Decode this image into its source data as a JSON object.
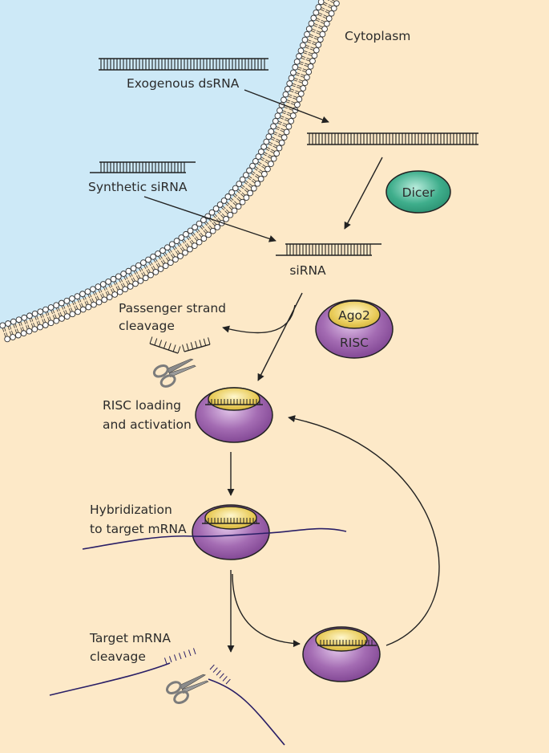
{
  "labels": {
    "cytoplasm": "Cytoplasm",
    "exogenous_dsrna": "Exogenous dsRNA",
    "synthetic_sirna": "Synthetic siRNA",
    "dicer": "Dicer",
    "sirna": "siRNA",
    "passenger_line1": "Passenger strand",
    "passenger_line2": "cleavage",
    "ago2": "Ago2",
    "risc": "RISC",
    "loading_line1": "RISC loading",
    "loading_line2": "and activation",
    "hybrid_line1": "Hybridization",
    "hybrid_line2": "to target mRNA",
    "target_line1": "Target mRNA",
    "target_line2": "cleavage"
  },
  "colors": {
    "cytoplasm": "#fde9c8",
    "extracellular": "#cde9f7",
    "membrane_head": "#ffffff",
    "dicer": "#3fae8c",
    "risc": "#9a5ca8",
    "ago2": "#e5c64f",
    "mrna": "#2a1f66",
    "scissors": "#8a8a8a",
    "ink": "#222222"
  }
}
